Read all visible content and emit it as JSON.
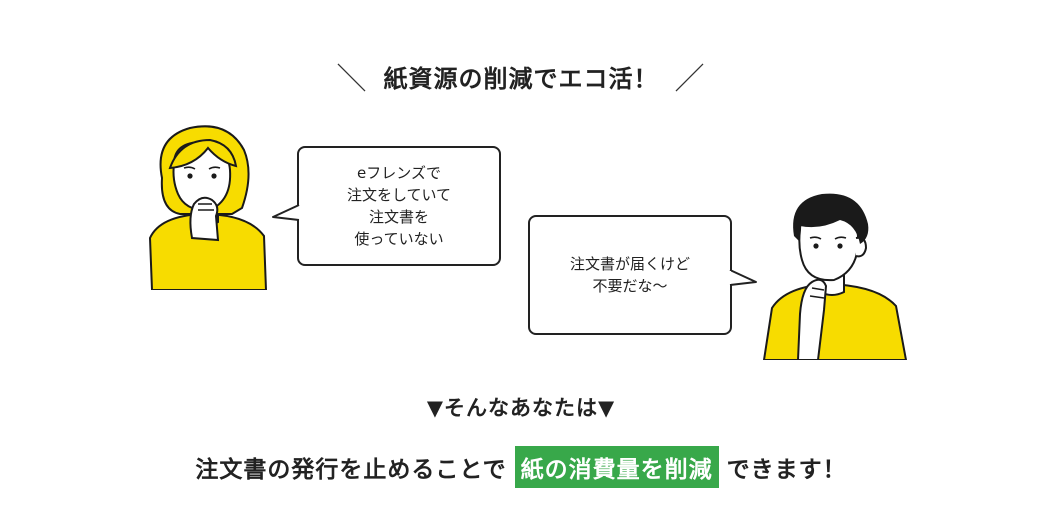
{
  "headline": {
    "left_mark": "＼",
    "text": "紙資源の削減でエコ活！",
    "right_mark": "／"
  },
  "bubble_left": {
    "lines": [
      "eフレンズで",
      "注文をしていて",
      "注文書を",
      "使っていない"
    ]
  },
  "bubble_right": {
    "lines": [
      "注文書が届くけど",
      "不要だな～"
    ]
  },
  "subheading": "▼そんなあなたは▼",
  "cta": {
    "before": "注文書の発行を止めることで",
    "highlight": "紙の消費量を削減",
    "after": "できます！"
  },
  "colors": {
    "accent_yellow": "#f7dc00",
    "highlight_green": "#38a84a",
    "text": "#222222"
  },
  "icons": {
    "woman": "thinking-woman-illustration",
    "man": "thinking-man-illustration"
  }
}
